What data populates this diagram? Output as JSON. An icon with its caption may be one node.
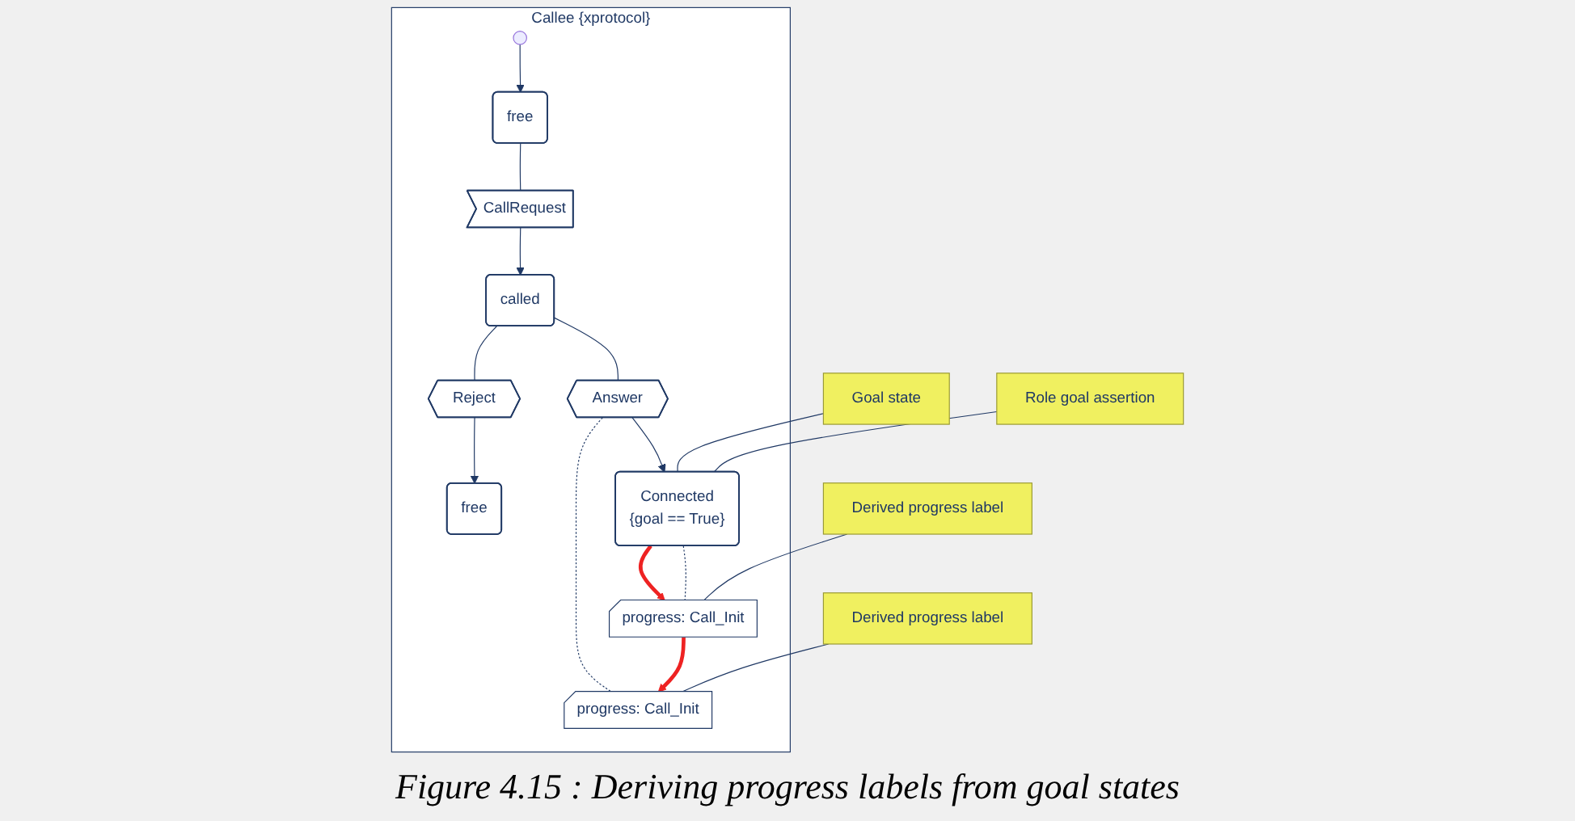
{
  "diagram": {
    "caption": "Figure 4.15 :  Deriving progress labels from goal states",
    "nodes": [
      {
        "text": [
          "Callee {xprotocol}"
        ]
      },
      {
        "text": [],
        "shape": "circle",
        "in": 0
      },
      {
        "text": [
          "free"
        ],
        "in": 0
      },
      {
        "text": [
          "CallRequest"
        ],
        "in": 0
      },
      {
        "text": [
          "called"
        ],
        "in": 0
      },
      {
        "text": [
          "Answer"
        ],
        "in": 0
      },
      {
        "text": [
          "Connected",
          "{goal == True}"
        ],
        "in": 0
      },
      {
        "text": [
          "progress: Call_Init"
        ],
        "in": 0
      },
      {
        "text": [
          "progress: Call_Init"
        ],
        "in": 0
      },
      {
        "text": [
          "Reject"
        ],
        "in": 0
      },
      {
        "text": [
          "free"
        ],
        "in": 0
      },
      {
        "text": [
          "Derived progress label"
        ]
      },
      {
        "text": [
          "Derived progress label"
        ]
      },
      {
        "text": [
          "Goal state"
        ]
      },
      {
        "text": [
          "Role goal assertion"
        ]
      }
    ],
    "edges": [
      {
        "from": 1,
        "to": 2,
        "arrow": "to"
      },
      {
        "from": 2,
        "to": 3,
        "arrow": "none"
      },
      {
        "from": 3,
        "to": 4,
        "arrow": "to"
      },
      {
        "from": 4,
        "to": 5,
        "arrow": "none"
      },
      {
        "from": 4,
        "to": 9,
        "arrow": "none"
      },
      {
        "from": 5,
        "to": 6,
        "arrow": "to"
      },
      {
        "from": 9,
        "to": 10,
        "arrow": "to"
      },
      {
        "from": 5,
        "to": 7,
        "arrow": "none",
        "style": "dashed"
      },
      {
        "from": 6,
        "to": 8,
        "arrow": "none",
        "style": "dashed"
      },
      {
        "from": 6,
        "to": 8,
        "arrow": "to",
        "style": "thick",
        "color": "#ee2222"
      },
      {
        "from": 8,
        "to": 7,
        "arrow": "to",
        "style": "thick",
        "color": "#ee2222"
      },
      {
        "from": 11,
        "to": 7,
        "arrow": "none"
      },
      {
        "from": 12,
        "to": 8,
        "arrow": "none"
      },
      {
        "from": 13,
        "to": 6,
        "arrow": "none"
      },
      {
        "from": 14,
        "to": 6,
        "arrow": "none"
      }
    ]
  }
}
